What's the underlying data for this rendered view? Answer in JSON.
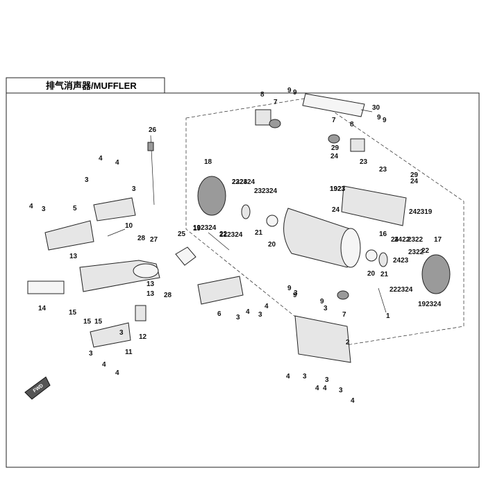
{
  "title": "排气消声器/MUFFLER",
  "fwd_label": "FWD",
  "callouts": {
    "c1": "1",
    "c2": "2",
    "c3a": "3",
    "c3b": "3",
    "c3c": "3",
    "c3d": "3",
    "c3e": "3",
    "c3f": "3",
    "c3g": "3",
    "c3h": "3",
    "c3i": "3",
    "c3j": "3",
    "c3k": "3",
    "c3l": "3",
    "c4a": "4",
    "c4b": "4",
    "c4c": "4",
    "c4d": "4",
    "c4e": "4",
    "c4f": "4",
    "c4g": "4",
    "c4h": "4",
    "c4i": "4",
    "c4j": "4",
    "c4k": "4",
    "c5": "5",
    "c6": "6",
    "c7a": "7",
    "c7b": "7",
    "c7c": "7",
    "c8a": "8",
    "c8b": "8",
    "c9a": "9",
    "c9b": "9",
    "c9c": "9",
    "c9d": "9",
    "c9e": "9",
    "c9f": "9",
    "c9g": "9",
    "c10": "10",
    "c11": "11",
    "c12": "12",
    "c13a": "13",
    "c13b": "13",
    "c13c": "13",
    "c14": "14",
    "c15a": "15",
    "c15b": "15",
    "c15c": "15",
    "c16": "16",
    "c17": "17",
    "c18": "18",
    "c19a": "19",
    "c19b": "19",
    "c20a": "20",
    "c20b": "20",
    "c21a": "21",
    "c21b": "21",
    "c22a": "22",
    "c22b": "22",
    "c22c": "22",
    "c22d": "22",
    "c23a": "23",
    "c23b": "23",
    "c23c": "23",
    "c23d": "23",
    "c23e": "23",
    "c23f": "23",
    "c23g": "23",
    "c24a": "24",
    "c24b": "24",
    "c24c": "24",
    "c24d": "24",
    "c24e": "24",
    "c24f": "24",
    "c25": "25",
    "c26": "26",
    "c27": "27",
    "c28a": "28",
    "c28b": "28",
    "c29a": "29",
    "c29b": "29",
    "c30": "30",
    "g192324a": "192324",
    "g192324b": "192324",
    "g222324a": "222324",
    "g222324b": "222324",
    "g2324": "2324",
    "g242319": "242319",
    "g2422": "2422",
    "g2322": "2322",
    "g2423": "2423",
    "g1923": "1923"
  }
}
